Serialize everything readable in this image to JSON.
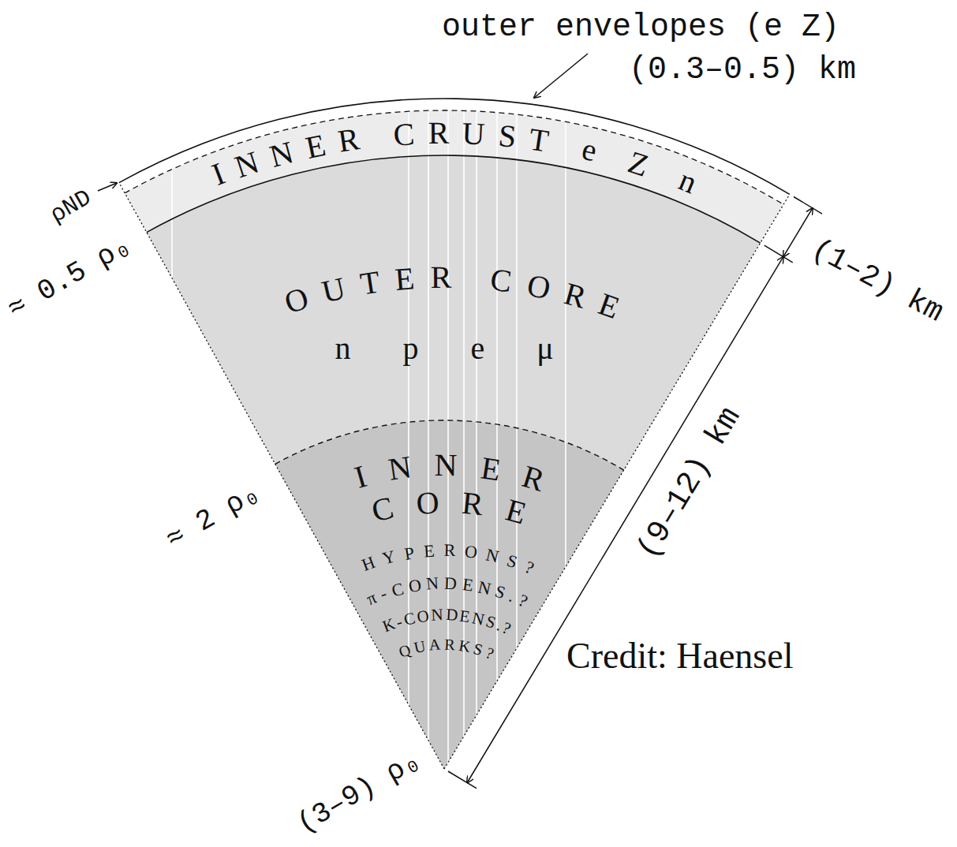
{
  "diagram": {
    "nodes": [
      {
        "text": [
          "INNER CRUST e Z n"
        ]
      },
      {
        "text": [
          "OUTER CORE",
          "n p e μ"
        ]
      },
      {
        "text": [
          "INNER CORE",
          "HYPERONS?",
          "π-CONDENS.?",
          "K-CONDENS.?",
          "QUARKS?"
        ]
      }
    ],
    "labels": [
      "outer envelopes (e Z)",
      "(0.3–0.5) km",
      "ρND",
      "≈ 0.5 ρ₀",
      "≈ 2 ρ₀",
      "(3–9) ρ₀",
      "(1–2) km",
      "(9–12) km",
      "Credit: Haensel"
    ]
  }
}
